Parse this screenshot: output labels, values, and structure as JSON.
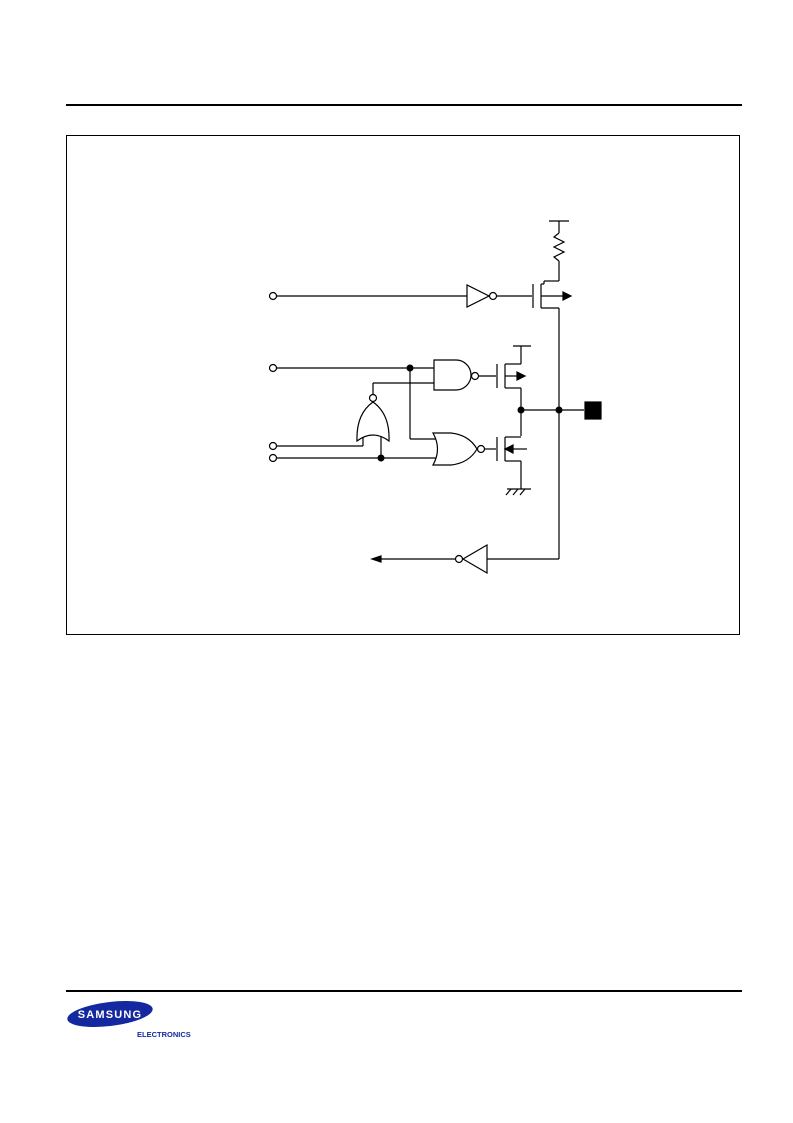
{
  "brand": {
    "wordmark": "SAMSUNG",
    "subline": "ELECTRONICS",
    "color": "#1428A0"
  },
  "figure": {
    "components": [
      "pull-up-resistor",
      "inverter",
      "pmos-transistor",
      "nand-gate",
      "nor-gate",
      "nmos-transistor",
      "ground",
      "pin-pad",
      "input-buffer"
    ]
  }
}
